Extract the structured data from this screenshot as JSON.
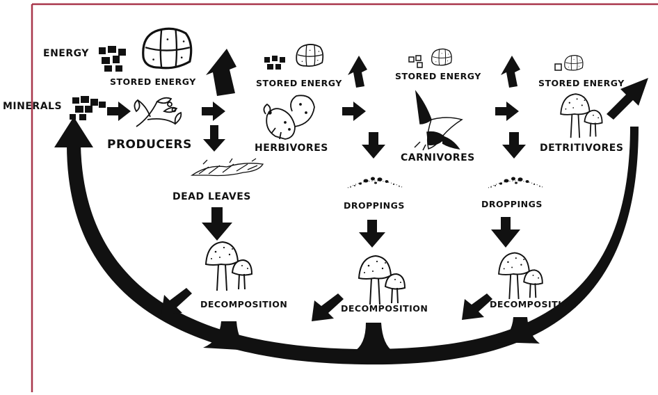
{
  "colors": {
    "frame": "#a8364a",
    "ink": "#111111",
    "background": "#ffffff"
  },
  "labels": {
    "energy": "ENERGY",
    "minerals": "MINERALS",
    "stored_energy_1": "STORED ENERGY",
    "stored_energy_2": "STORED ENERGY",
    "stored_energy_3": "STORED ENERGY",
    "stored_energy_4": "STORED ENERGY",
    "producers": "PRODUCERS",
    "herbivores": "HERBIVORES",
    "carnivores": "CARNIVORES",
    "detritivores": "DETRITIVORES",
    "dead_leaves": "DEAD LEAVES",
    "droppings_1": "DROPPINGS",
    "droppings_2": "DROPPINGS",
    "decomposition_1": "DECOMPOSITION",
    "decomposition_2": "DECOMPOSITION",
    "decomposition_3": "DECOMPOSITION"
  },
  "icons": [
    "energy-blocks-icon",
    "stored-energy-bale-icon",
    "plant-icon",
    "squirrel-icon",
    "hawk-icon",
    "mushroom-icon",
    "dead-leaves-icon",
    "droppings-icon",
    "mineral-blocks-icon"
  ]
}
